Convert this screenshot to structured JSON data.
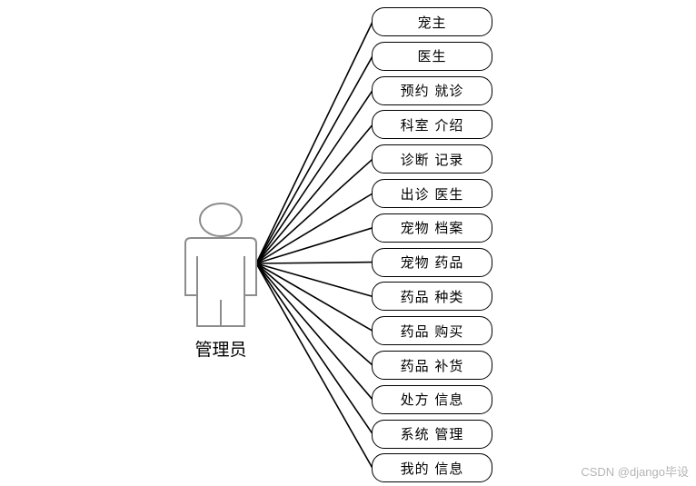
{
  "actor": {
    "label": "管理员"
  },
  "use_cases": [
    "宠主",
    "医生",
    "预约 就诊",
    "科室 介绍",
    "诊断 记录",
    "出诊 医生",
    "宠物 档案",
    "宠物 药品",
    "药品 种类",
    "药品 购买",
    "药品 补货",
    "处方 信息",
    "系统 管理",
    "我的 信息"
  ],
  "watermark": "CSDN @django毕设",
  "colors": {
    "actor_stroke": "#8c8c8c",
    "line": "#000000",
    "box_border": "#000000",
    "watermark": "#b5b5b5"
  }
}
